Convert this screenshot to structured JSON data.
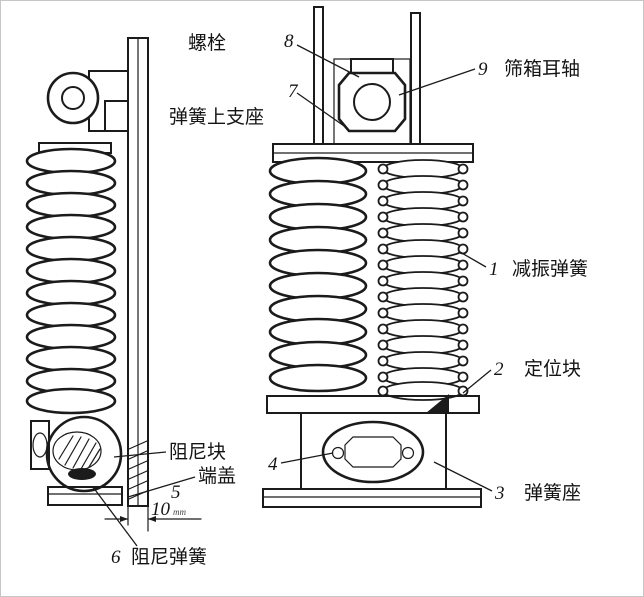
{
  "figure": {
    "type": "technical-diagram",
    "description": "筛箱减振弹簧装置结构图",
    "background": "#ffffff",
    "ink_color": "#1b1b1b",
    "views": [
      "side-view",
      "front-view"
    ],
    "callouts": {
      "damping_spring": {
        "num": "1",
        "label": "减振弹簧"
      },
      "locating_block": {
        "num": "2",
        "label": "定位块"
      },
      "spring_seat": {
        "num": "3",
        "label": "弹簧座"
      },
      "end_cover": {
        "num": "4",
        "label": "端盖"
      },
      "damper_block": {
        "num": "5",
        "label": "阻尼块"
      },
      "damper_spring": {
        "num": "6",
        "label": "阻尼弹簧"
      },
      "upper_support": {
        "num": "7",
        "label": "弹簧上支座"
      },
      "bolt": {
        "num": "8",
        "label": "螺栓"
      },
      "trunnion": {
        "num": "9",
        "label": "筛箱耳轴"
      }
    },
    "dimension": {
      "value": "10",
      "unit": "mm"
    }
  }
}
